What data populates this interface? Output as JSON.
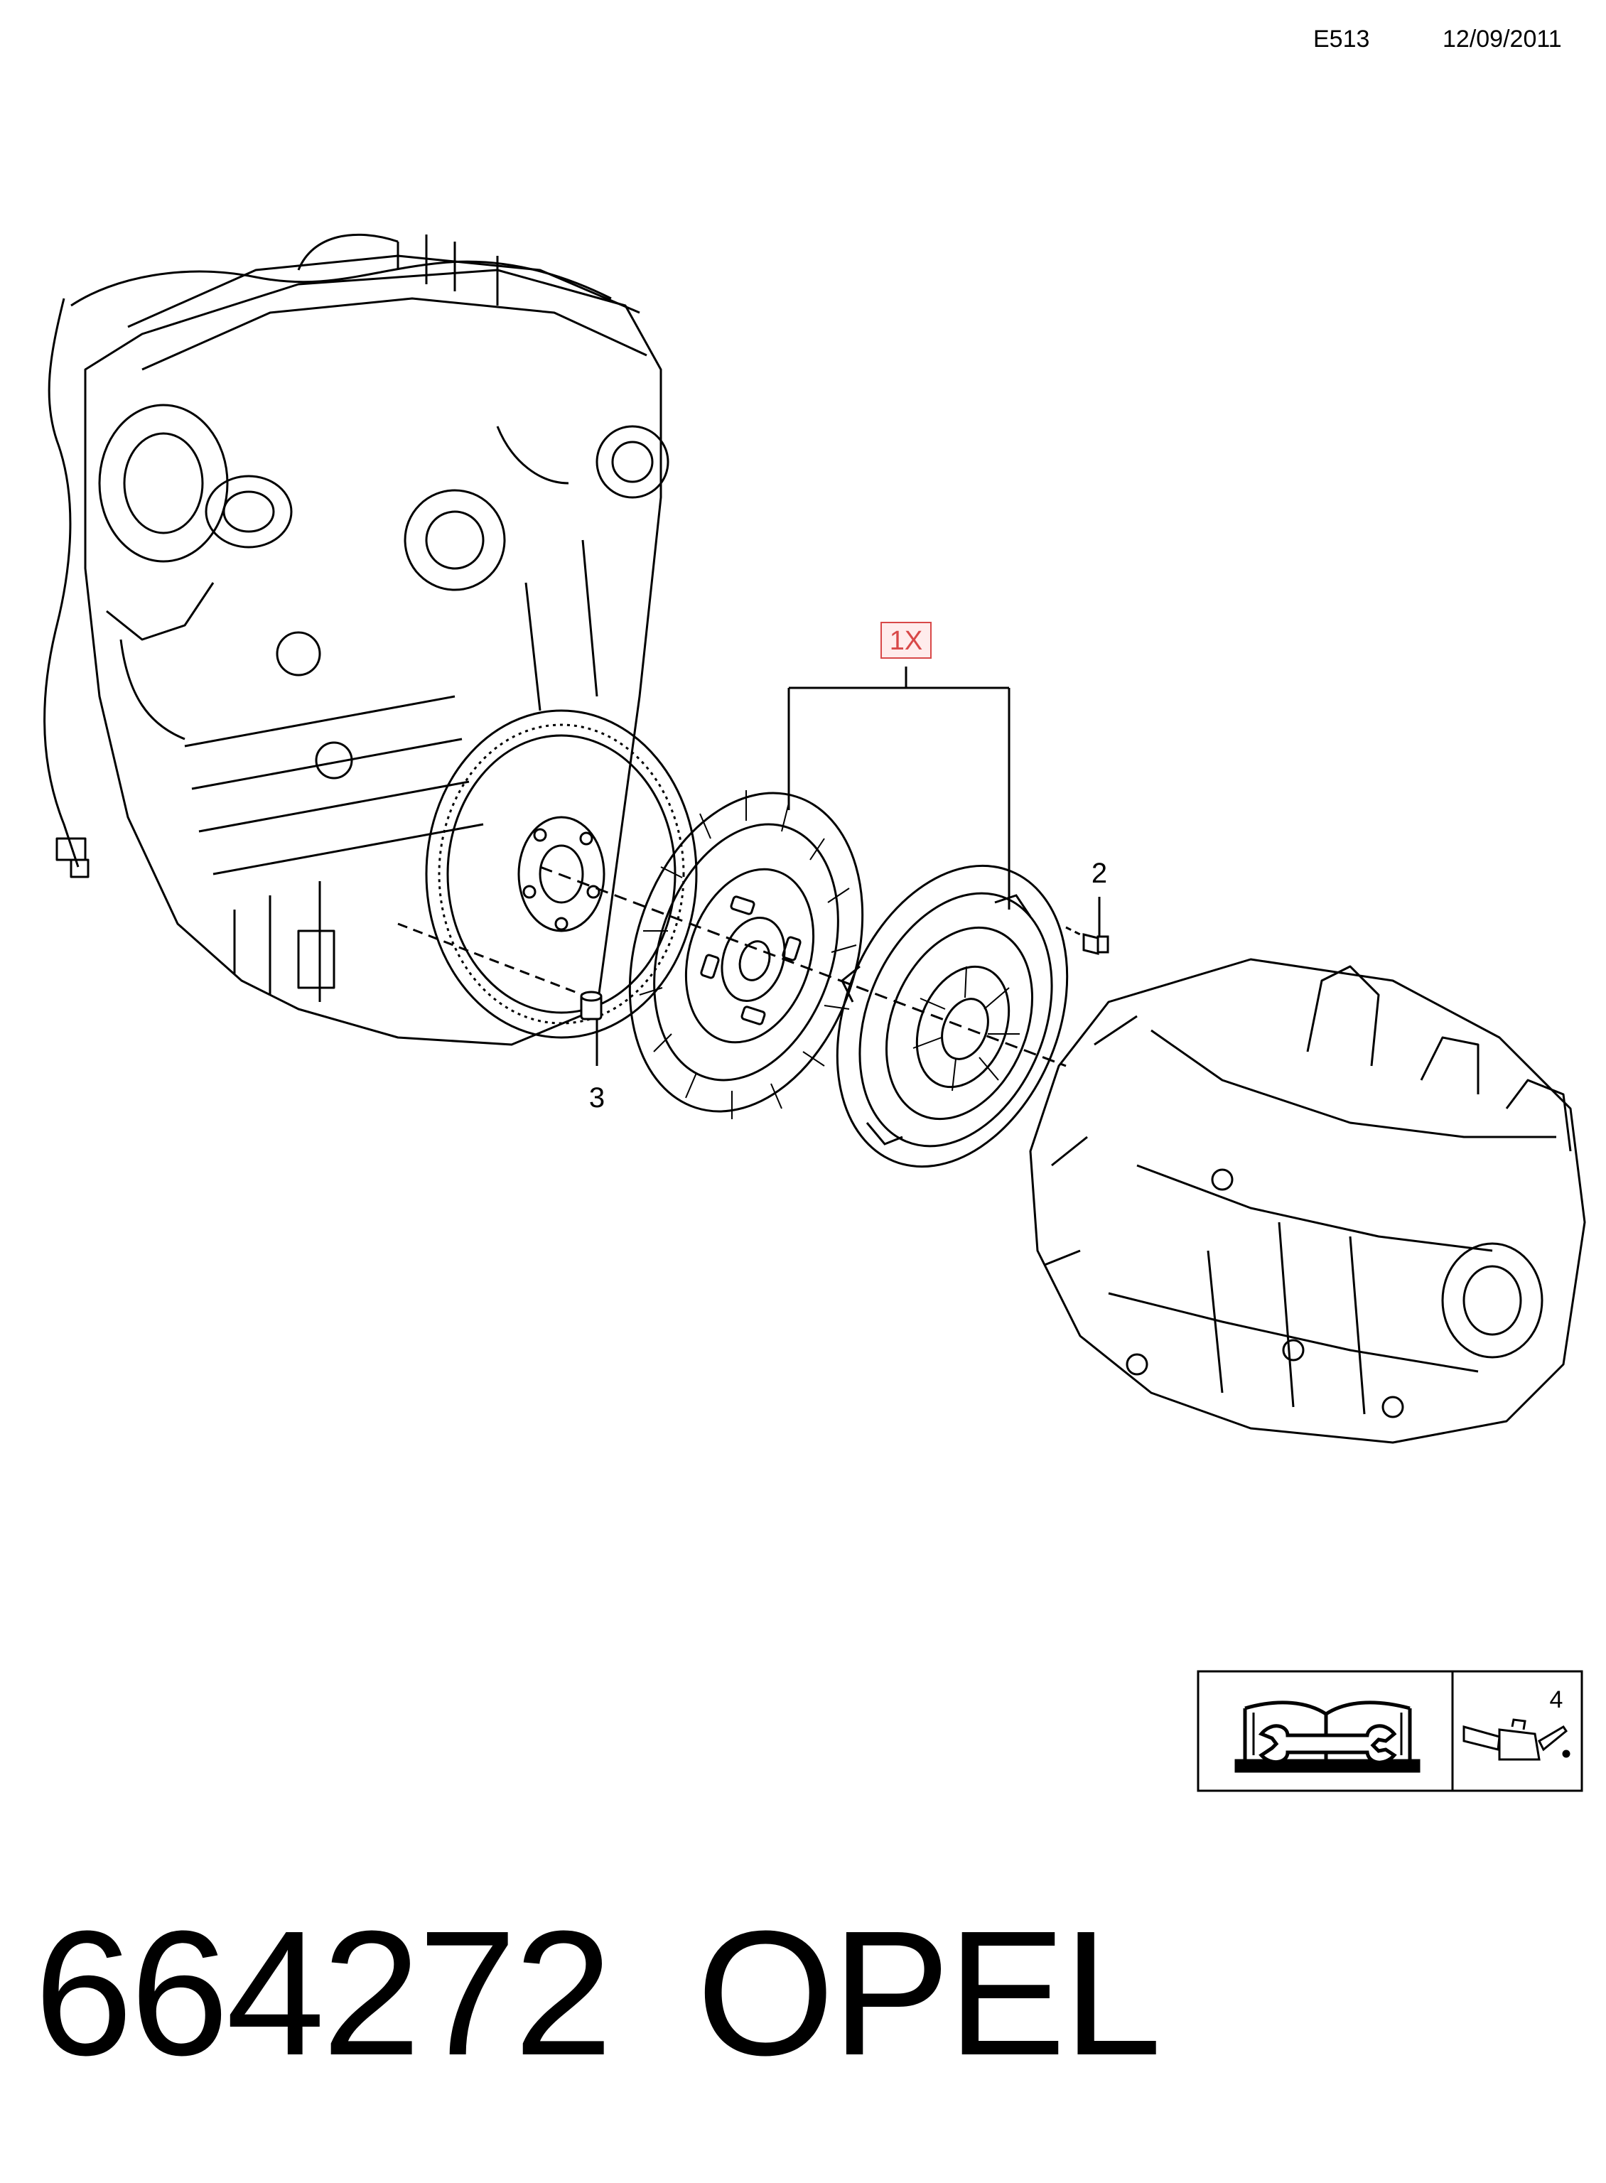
{
  "header": {
    "code": "E513",
    "date": "12/09/2011"
  },
  "diagram": {
    "group_label": "1X",
    "callouts": [
      "2",
      "3"
    ],
    "legend_number": "4",
    "icons": [
      "manual-wrench-icon",
      "oil-can-icon"
    ],
    "colors": {
      "line": "#000000",
      "highlight_box": "#d84848"
    }
  },
  "footer": {
    "part_number": "664272",
    "brand": "OPEL"
  }
}
